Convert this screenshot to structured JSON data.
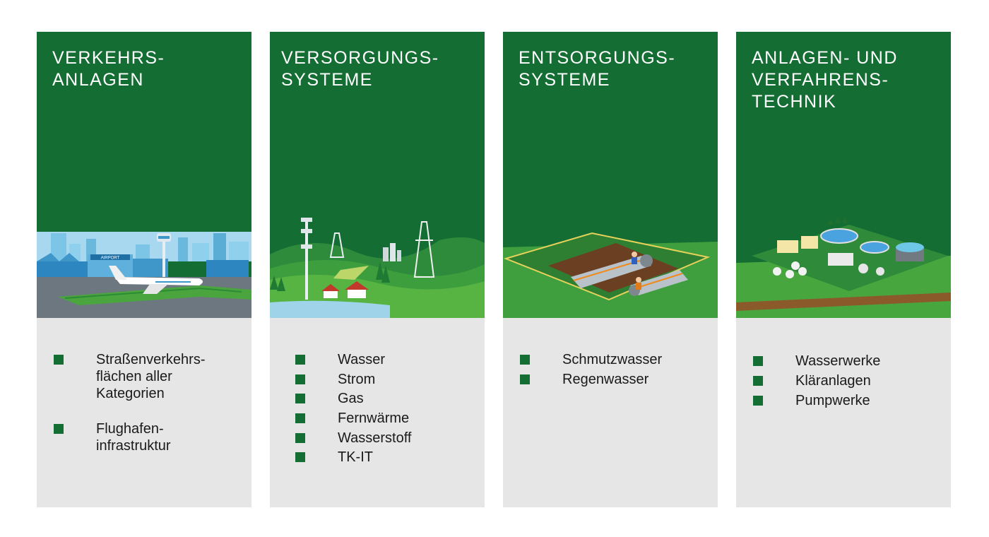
{
  "cards": [
    {
      "title_lines": [
        "VERKEHRS-",
        "ANLAGEN"
      ],
      "items": [
        "Straßenverkehrs-\nflächen aller\nKategorien",
        "Flughafen-\ninfrastruktur"
      ],
      "illustration": "airport-city-illustration"
    },
    {
      "title_lines": [
        "VERSORGUNGS-",
        "SYSTEME"
      ],
      "items": [
        "Wasser",
        "Strom",
        "Gas",
        "Fernwärme",
        "Wasserstoff",
        "TK-IT"
      ],
      "illustration": "supply-landscape-illustration"
    },
    {
      "title_lines": [
        "ENTSORGUNGS-",
        "SYSTEME"
      ],
      "items": [
        "Schmutzwasser",
        "Regenwasser"
      ],
      "illustration": "sewer-trench-illustration"
    },
    {
      "title_lines": [
        "ANLAGEN- UND",
        "VERFAHRENS-",
        "TECHNIK"
      ],
      "items": [
        "Wasserwerke",
        "Kläranlagen",
        "Pumpwerke"
      ],
      "illustration": "treatment-plant-illustration"
    }
  ],
  "airport_sign": "AIRPORT",
  "colors": {
    "header_green": "#146d33",
    "card_gray": "#e6e6e6",
    "bullet_green": "#146d33"
  }
}
